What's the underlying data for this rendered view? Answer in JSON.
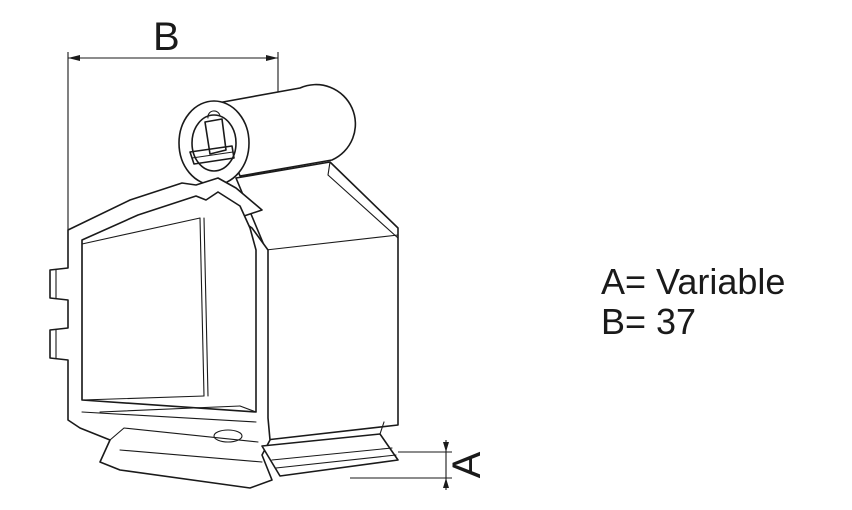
{
  "dimension_labels": {
    "a": "A",
    "b": "B"
  },
  "legend": [
    "A= Variable",
    "B= 37"
  ]
}
